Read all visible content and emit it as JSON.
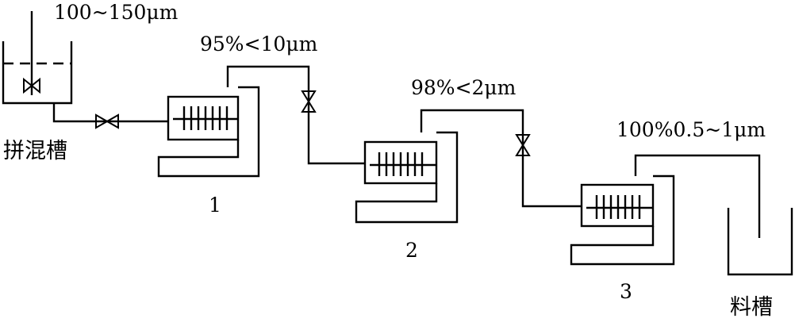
{
  "feed_tank": {
    "label": "拼混槽",
    "feed_size": "100~150μm"
  },
  "mills": [
    {
      "number": "1",
      "output_size": "95%<10μm"
    },
    {
      "number": "2",
      "output_size": "98%<2μm"
    },
    {
      "number": "3",
      "output_size": "100%0.5~1μm"
    }
  ],
  "product_tank": {
    "label": "料槽"
  }
}
